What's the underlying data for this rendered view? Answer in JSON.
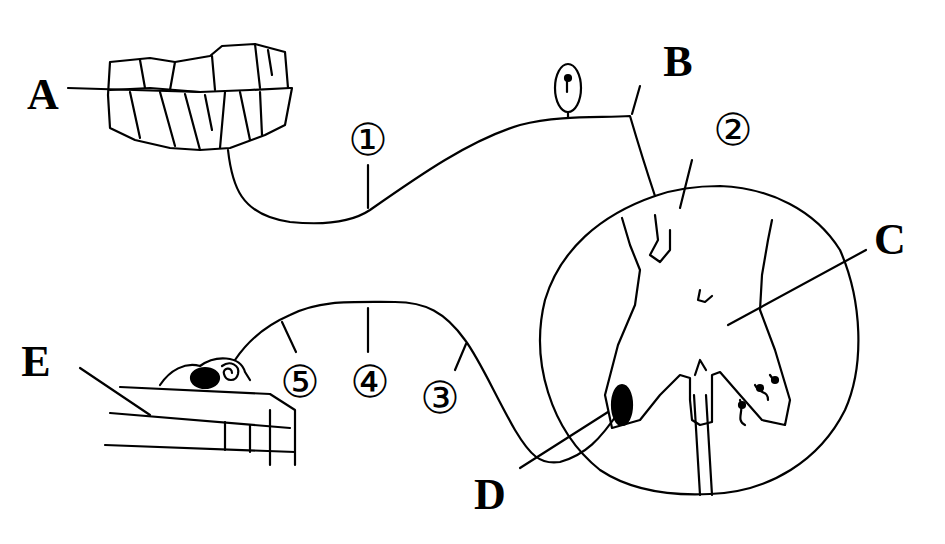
{
  "diagram": {
    "labels": [
      "A",
      "B",
      "①",
      "②",
      "C",
      "E",
      "⑤",
      "④",
      "③",
      "D"
    ]
  }
}
